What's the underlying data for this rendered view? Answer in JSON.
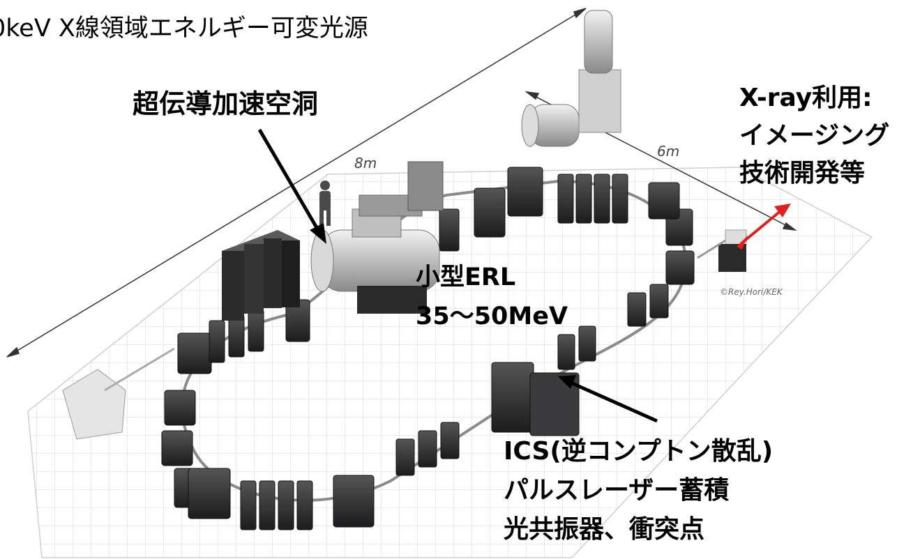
{
  "labels": {
    "title": "0keV X線領域エネルギー可変光源",
    "cavity": "超伝導加速空洞",
    "xray_line1": "X-ray利用:",
    "xray_line2": "イメージング",
    "xray_line3": "技術開発等",
    "erl_line1": "小型ERL",
    "erl_line2": "35～50MeV",
    "ics_line1": "ICS(逆コンプトン散乱)",
    "ics_line2": "パルスレーザー蓄積",
    "ics_line3": "光共振器、衝突点",
    "dim_8m": "8m",
    "dim_6m": "6m",
    "credit": "©Rey.Hori/KEK"
  },
  "colors": {
    "arrow": "#000000",
    "xray_arrow": "#e0201c",
    "magnet": "#2a2a2c",
    "grid": "#d6d6d6",
    "floor": "#ececec"
  }
}
